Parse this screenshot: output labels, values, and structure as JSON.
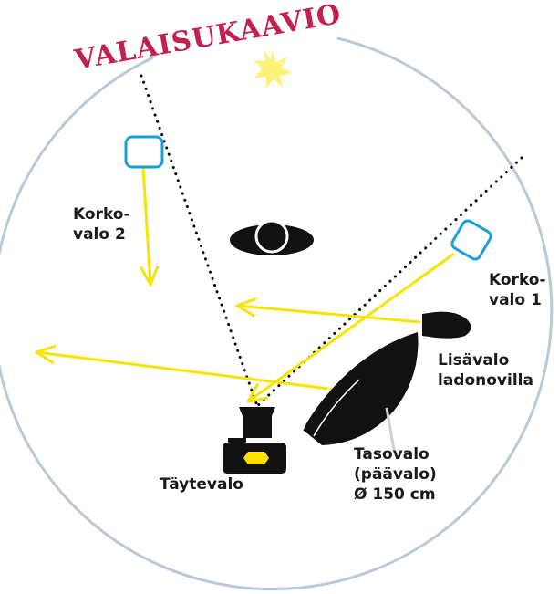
{
  "title": "VALAISUKAAVIO",
  "labels": {
    "korkovalo2_line1": "Korko-",
    "korkovalo2_line2": "valo 2",
    "korkovalo1_line1": "Korko-",
    "korkovalo1_line2": "valo 1",
    "lisavalo_line1": "Lisävalo",
    "lisavalo_line2": "ladonovilla",
    "taytevalo": "Täytevalo",
    "tasovalo_line1": "Tasovalo",
    "tasovalo_line2": "(päävalo)",
    "tasovalo_line3": "Ø 150 cm"
  },
  "colors": {
    "title": "#c4204f",
    "circle": "#b9c9d8",
    "light_beam": "#f7e400",
    "sun": "#fff27a",
    "korkovalo_box": "#1a9fd9",
    "equipment": "#111111",
    "flash_window": "#ffe000"
  }
}
